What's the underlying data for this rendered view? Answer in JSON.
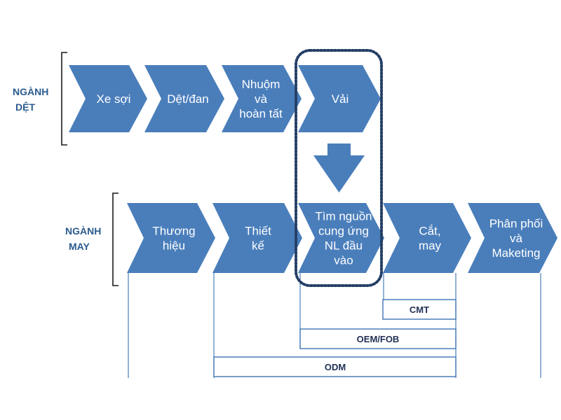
{
  "colors": {
    "chevron_fill": "#4a7ebb",
    "bracket": "#1a1a1a",
    "side_label": "#2b5b8f",
    "lines": "#4a7ebb",
    "bar_border": "#4a7ebb",
    "bar_text": "#1f2f55",
    "highlight_border": "#243f66"
  },
  "textile": {
    "label_line1": "NGÀNH",
    "label_line2": "DỆT",
    "steps": [
      {
        "lines": [
          "Xe sợi"
        ]
      },
      {
        "lines": [
          "Dệt/đan"
        ]
      },
      {
        "lines": [
          "Nhuộm",
          "và",
          "hoàn tất"
        ]
      },
      {
        "lines": [
          "Vải"
        ]
      }
    ]
  },
  "garment": {
    "label_line1": "NGÀNH",
    "label_line2": "MAY",
    "steps": [
      {
        "lines": [
          "Thương",
          "hiệu"
        ]
      },
      {
        "lines": [
          "Thiết",
          "kế"
        ]
      },
      {
        "lines": [
          "Tìm nguồn",
          "cung ứng",
          "NL đầu",
          "vào"
        ]
      },
      {
        "lines": [
          "Cắt,",
          "may"
        ]
      },
      {
        "lines": [
          "Phân phối",
          "và",
          "Maketing"
        ]
      }
    ]
  },
  "bars": {
    "cmt": "CMT",
    "oem": "OEM/FOB",
    "odm": "ODM"
  }
}
